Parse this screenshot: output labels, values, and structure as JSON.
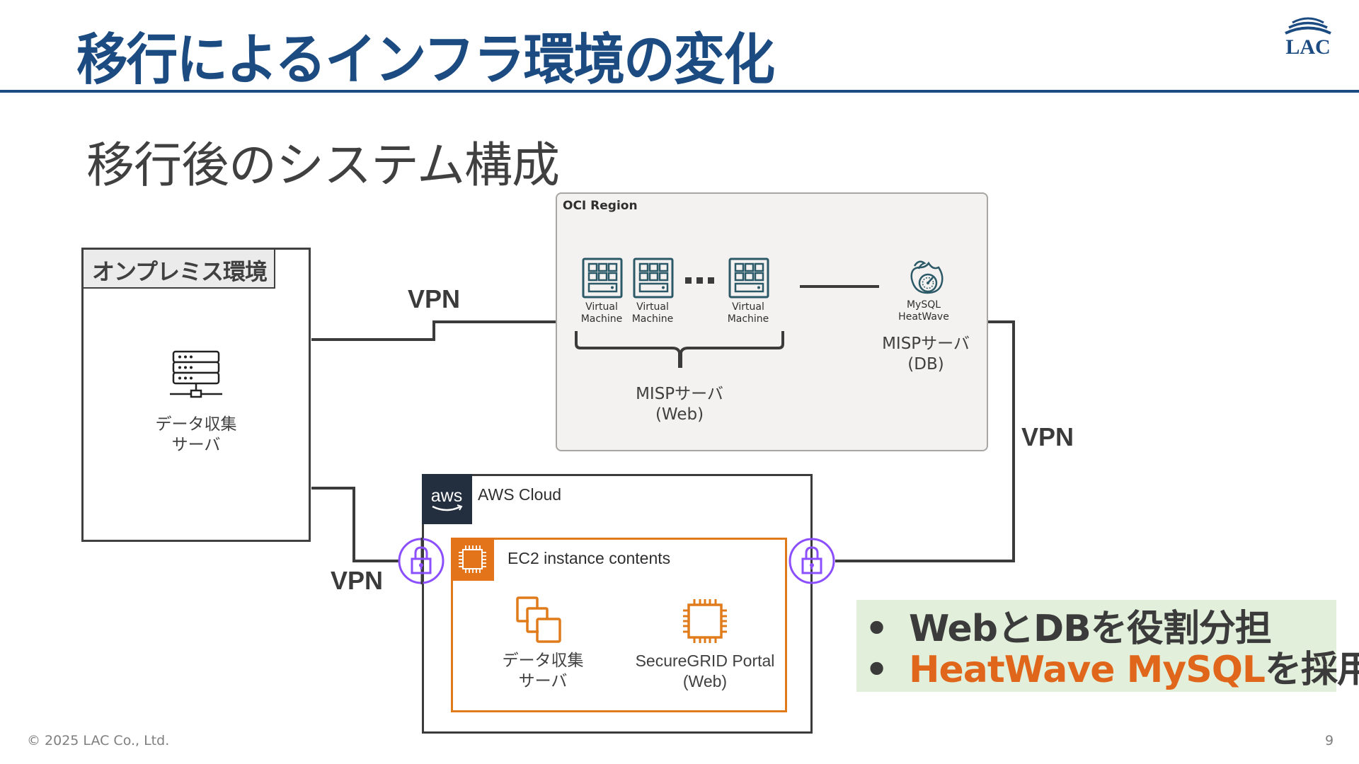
{
  "header": {
    "title": "移行によるインフラ環境の変化",
    "logo_text": "LAC",
    "brand_color": "#1b4b80"
  },
  "subtitle": "移行後のシステム構成",
  "diagram": {
    "onprem": {
      "label": "オンプレミス環境",
      "server_label_line1": "データ収集",
      "server_label_line2": "サーバ",
      "icon": "server-rack-icon"
    },
    "oci": {
      "region_label": "OCI Region",
      "vms": [
        {
          "line1": "Virtual",
          "line2": "Machine"
        },
        {
          "line1": "Virtual",
          "line2": "Machine"
        },
        {
          "line1": "Virtual",
          "line2": "Machine"
        }
      ],
      "ellipsis": "•••",
      "mysql_line1": "MySQL",
      "mysql_line2": "HeatWave",
      "web_group_line1": "MISPサーバ",
      "web_group_line2": "(Web)",
      "db_line1": "MISPサーバ",
      "db_line2": "(DB)"
    },
    "aws": {
      "logo_text": "aws",
      "cloud_label": "AWS Cloud",
      "ec2_label": "EC2 instance contents",
      "collector_line1": "データ収集",
      "collector_line2": "サーバ",
      "portal_line1": "SecureGRID Portal",
      "portal_line2": "(Web)",
      "accent_color": "#e07b1b"
    },
    "connections": {
      "vpn_top": "VPN",
      "vpn_right": "VPN",
      "vpn_bottom": "VPN",
      "lock_color": "#8c4fff"
    }
  },
  "callout": {
    "bullets": [
      {
        "plain": "WebとDBを役割分担",
        "highlight": "",
        "suffix": ""
      },
      {
        "plain": "",
        "highlight": "HeatWave MySQL",
        "suffix": "を採用"
      }
    ],
    "highlight_color": "#e0661c",
    "background": "#e2efda"
  },
  "footer": {
    "copyright": "© 2025 LAC Co., Ltd.",
    "page_number": "9"
  }
}
